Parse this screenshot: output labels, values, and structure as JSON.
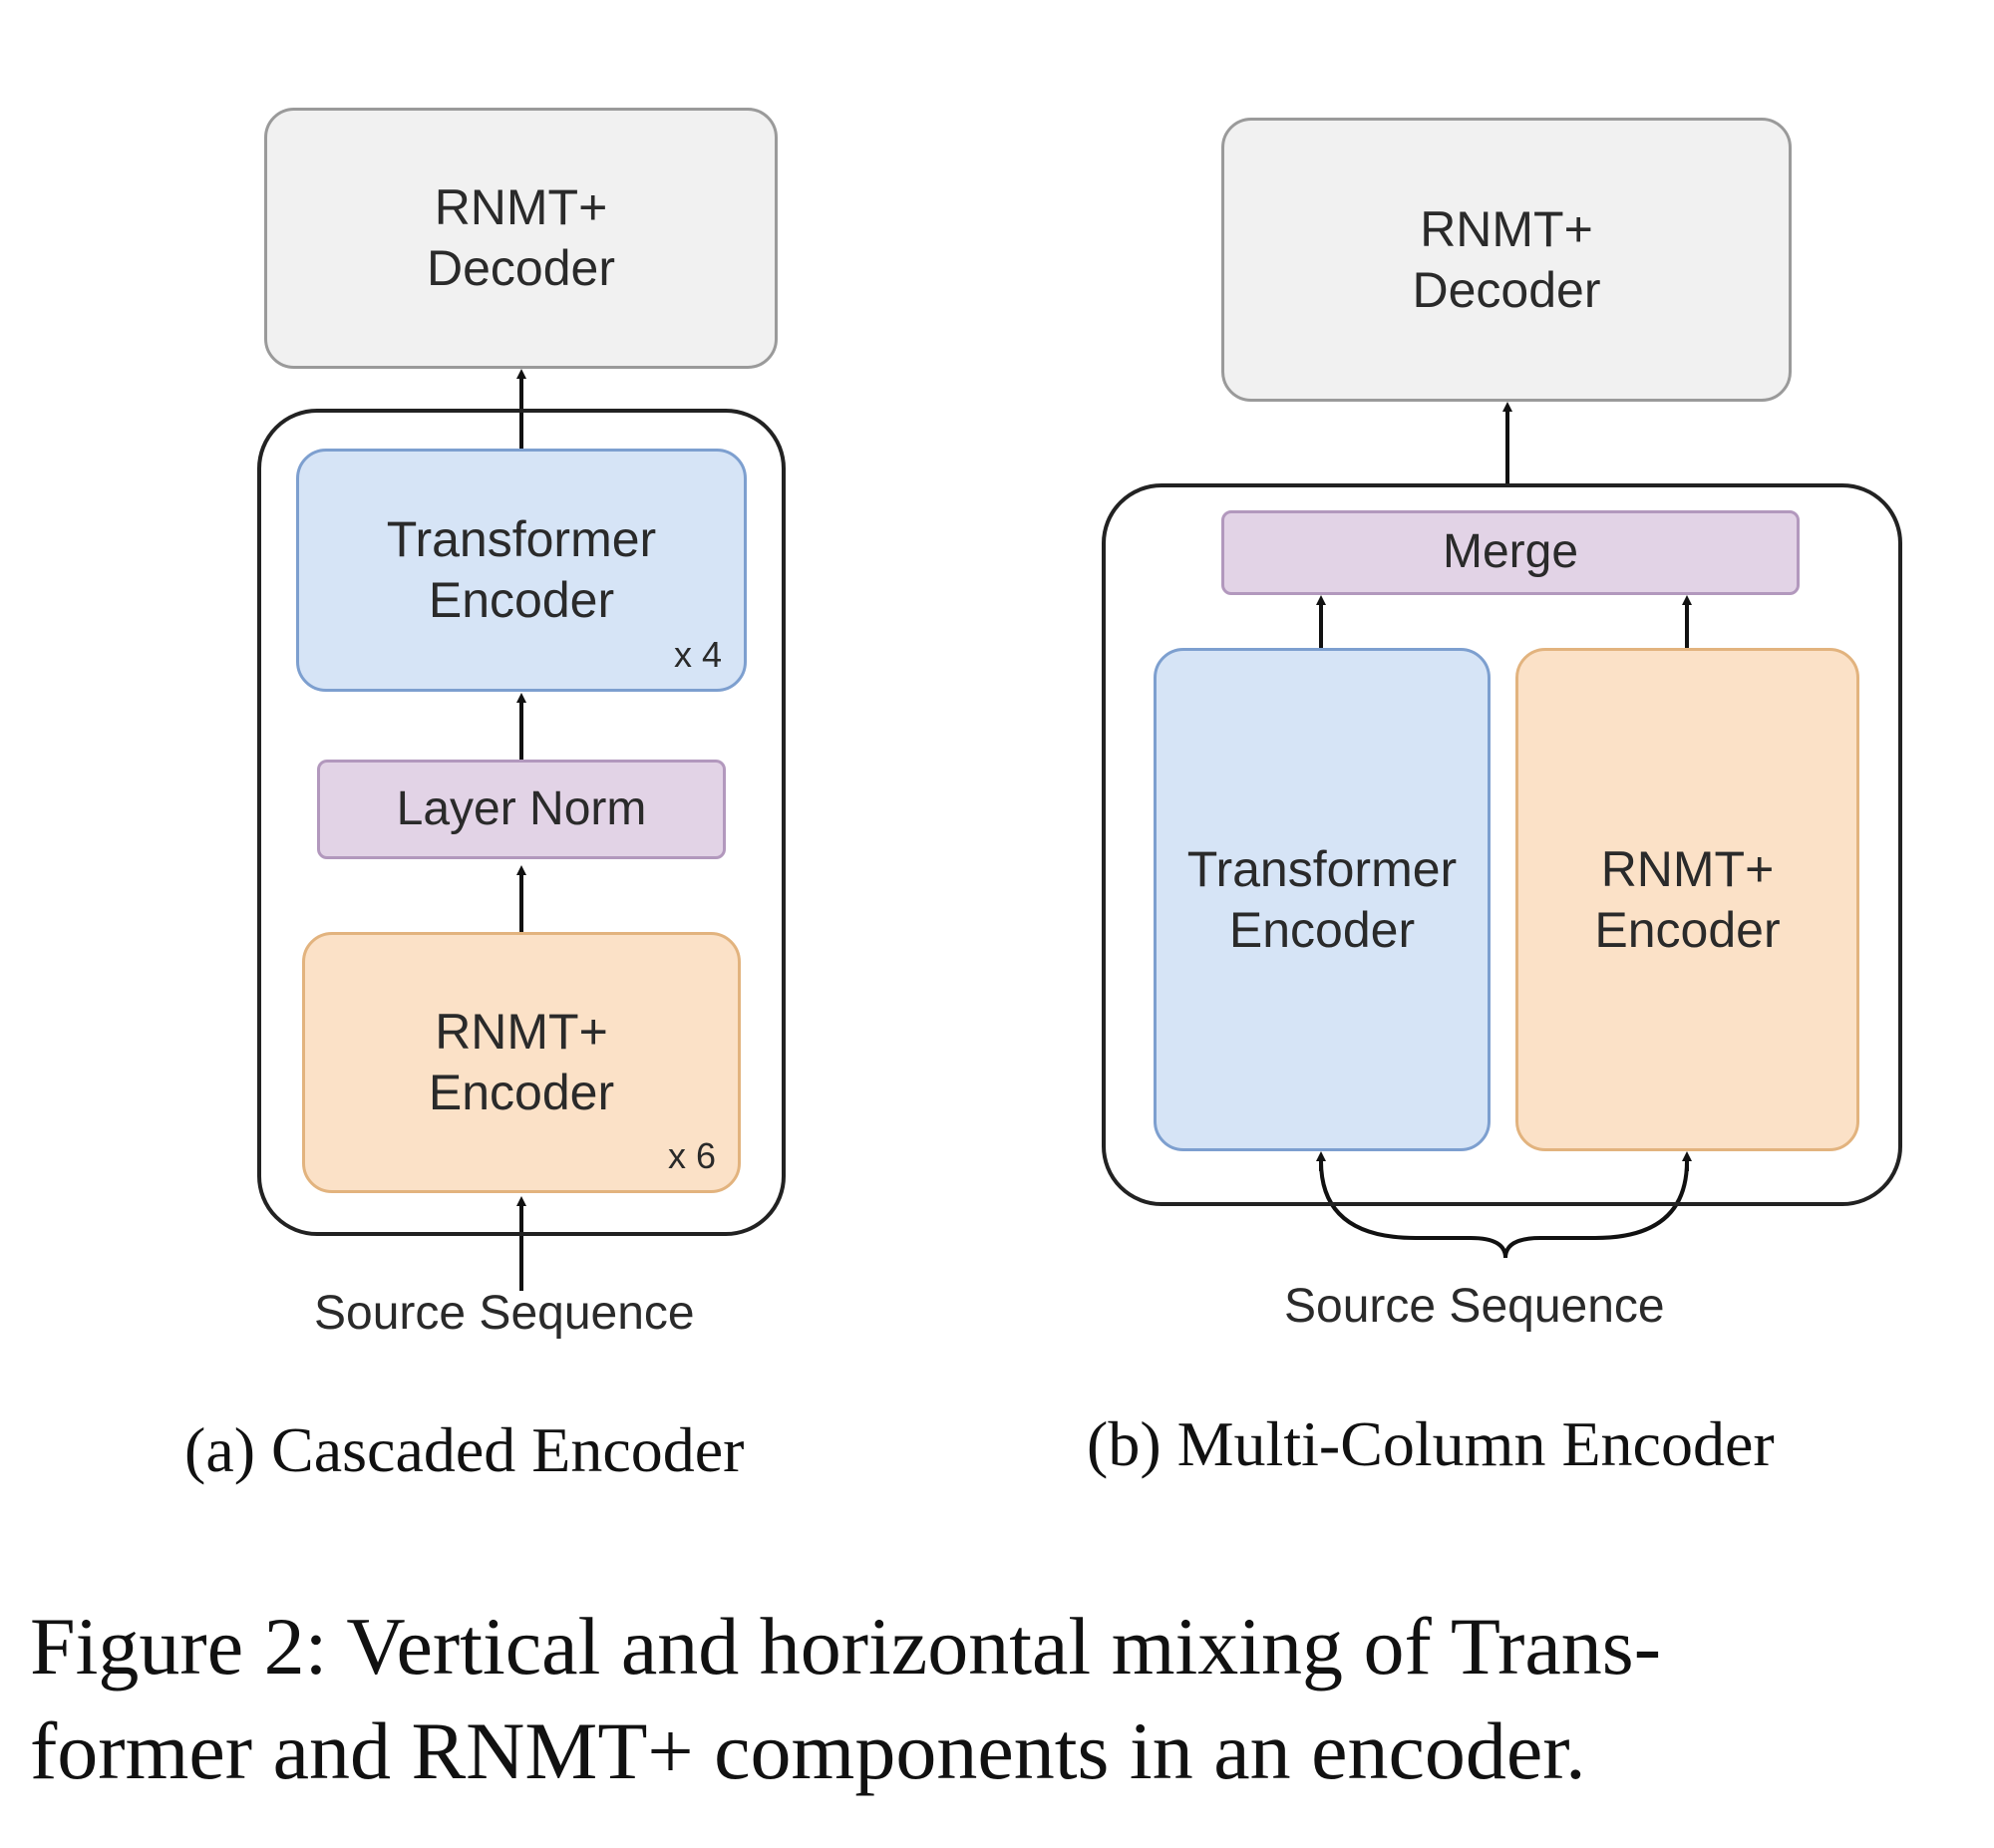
{
  "panel_a": {
    "decoder": {
      "line1": "RNMT+",
      "line2": "Decoder"
    },
    "transformer_encoder": {
      "line1": "Transformer",
      "line2": "Encoder",
      "multiplier": "x 4"
    },
    "layer_norm": "Layer Norm",
    "rnmt_encoder": {
      "line1": "RNMT+",
      "line2": "Encoder",
      "multiplier": "x 6"
    },
    "source": "Source Sequence",
    "caption": "(a) Cascaded Encoder"
  },
  "panel_b": {
    "decoder": {
      "line1": "RNMT+",
      "line2": "Decoder"
    },
    "merge": "Merge",
    "transformer_encoder": {
      "line1": "Transformer",
      "line2": "Encoder"
    },
    "rnmt_encoder": {
      "line1": "RNMT+",
      "line2": "Encoder"
    },
    "source": "Source Sequence",
    "caption": "(b) Multi-Column Encoder"
  },
  "figure_caption": {
    "line1": "Figure 2: Vertical and horizontal mixing of Trans-",
    "line2": "former and RNMT+ components in an encoder."
  },
  "colors": {
    "decoder_fill": "#f1f1f1",
    "transformer_fill": "#d6e4f6",
    "rnmt_fill": "#fbe1c7",
    "norm_merge_fill": "#e2d3e6"
  }
}
